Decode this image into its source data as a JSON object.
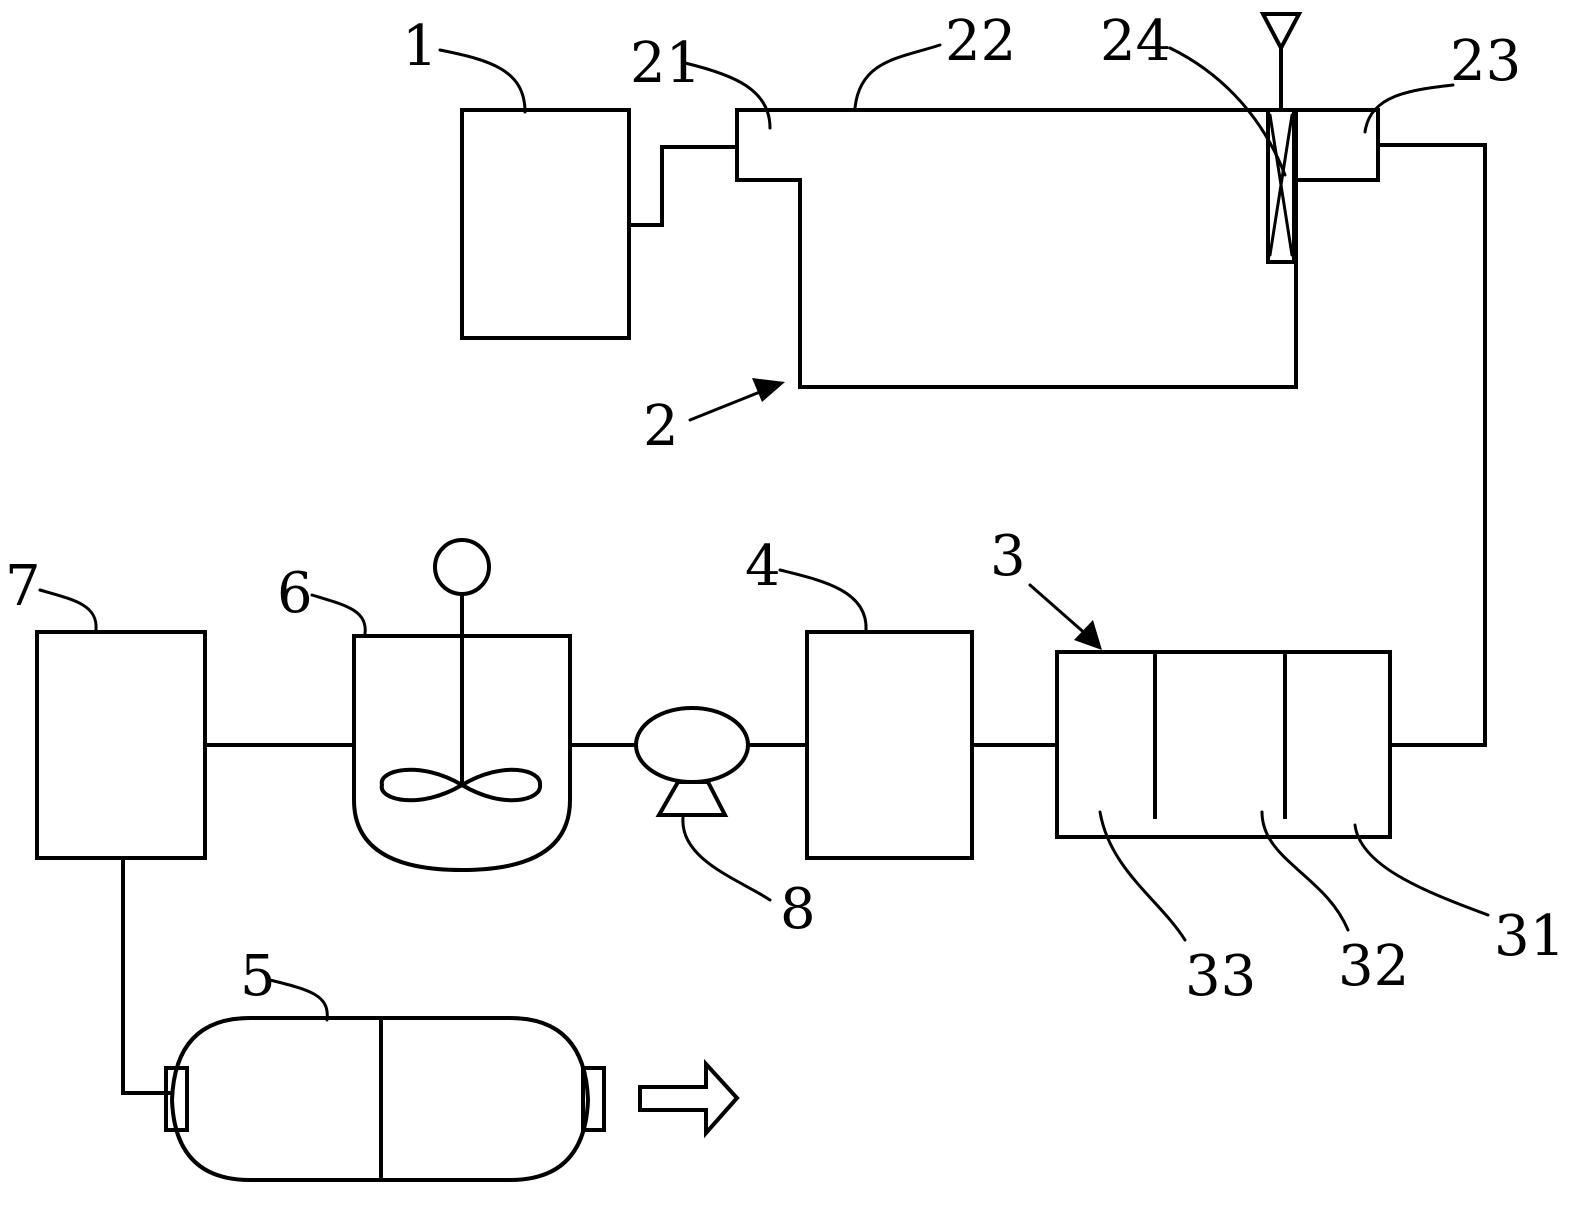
{
  "labels": {
    "l1": "1",
    "l2": "2",
    "l21": "21",
    "l22": "22",
    "l23": "23",
    "l24": "24",
    "l3": "3",
    "l31": "31",
    "l32": "32",
    "l33": "33",
    "l4": "4",
    "l5": "5",
    "l6": "6",
    "l7": "7",
    "l8": "8"
  },
  "colors": {
    "line": "#000000",
    "background": "#ffffff"
  },
  "icons": {
    "pump": "pump-icon",
    "stirrer": "stirrer-icon",
    "valve": "valve-icon",
    "output_arrow": "hollow-arrow-icon",
    "cylinder": "gas-cylinder-icon"
  }
}
